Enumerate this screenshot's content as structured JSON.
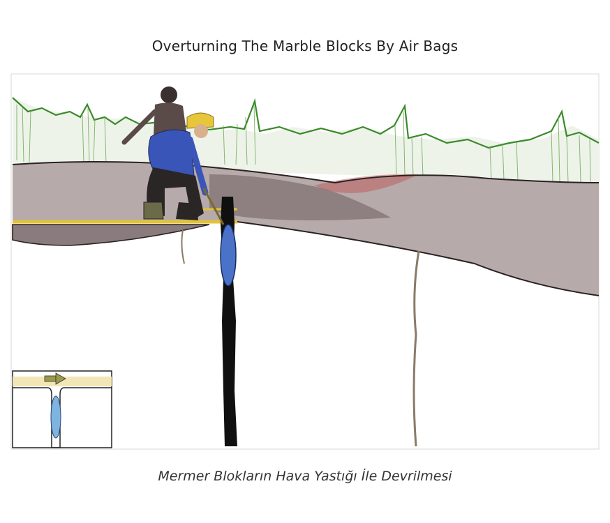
{
  "title": "Overturning The Marble Blocks By Air Bags",
  "caption": "Mermer Blokların Hava Yastığı İle Devrilmesi",
  "colors": {
    "grass": "#3a8a2a",
    "soil": "#6b5a5a",
    "soil_light": "#a8999a",
    "red_tint": "#c0504d",
    "crack": "#101010",
    "air_bag": "#4a72c8",
    "inset_bag": "#7fb3e0",
    "yellow_line": "#e2c33a",
    "helmet": "#e8c63a",
    "worker_shirt": "#3a55b8",
    "worker_pants": "#2a2626",
    "arrow": "#9a9a4a"
  },
  "icons": [
    "worker-figure",
    "helper-figure",
    "air-bag",
    "direction-arrow"
  ]
}
